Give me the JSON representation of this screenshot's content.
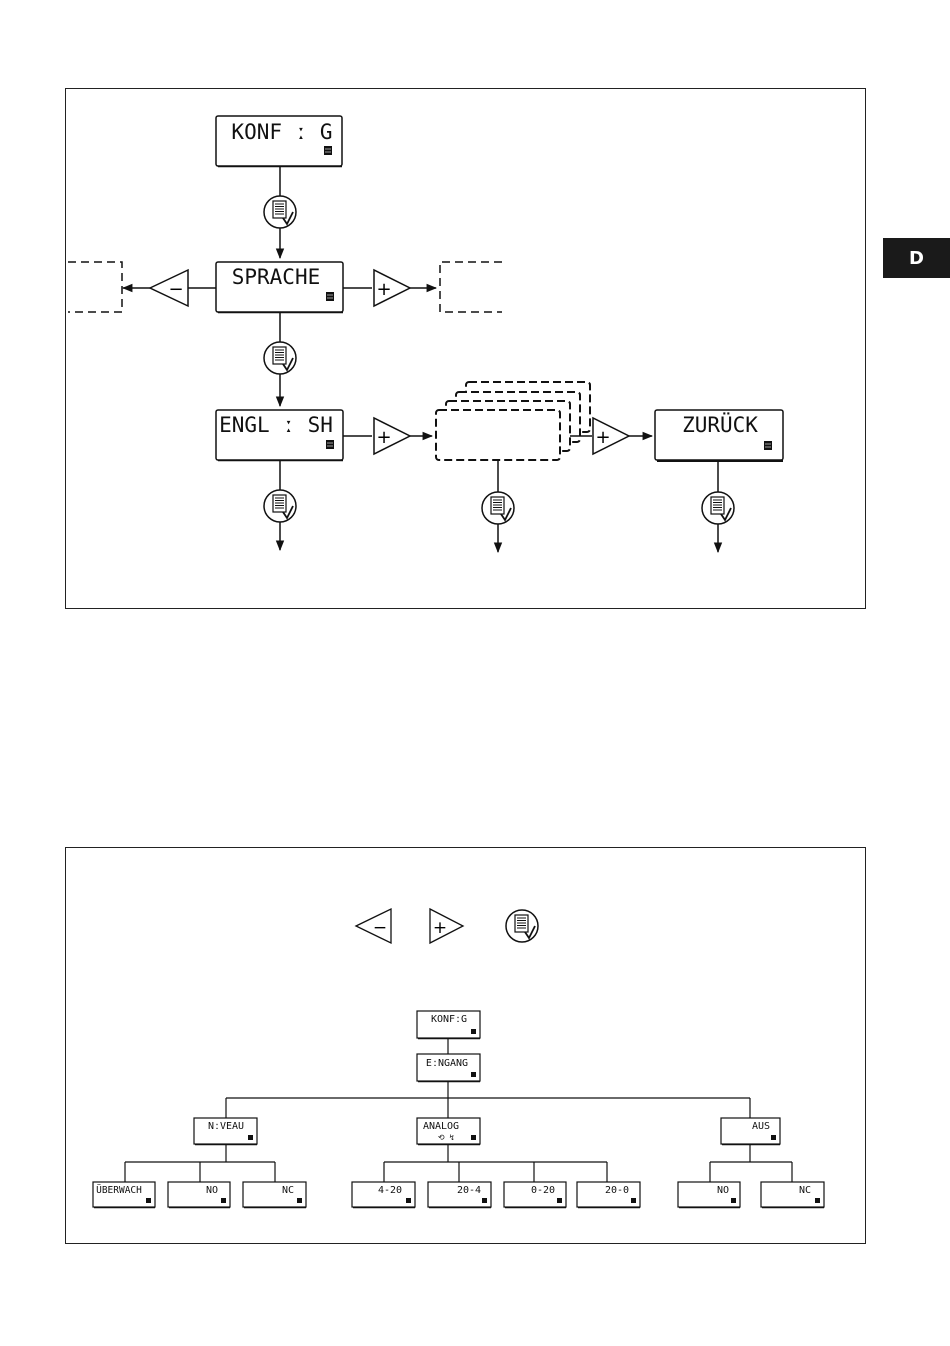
{
  "side_tab": {
    "label": "D"
  },
  "top_diagram": {
    "konfig": "KONF ː G",
    "sprache": "SPRACHE",
    "english": "ENGL ː SH",
    "zurueck": "ZURÜCK",
    "minus_symbol": "−",
    "plus_symbol": "+"
  },
  "bottom_diagram": {
    "legend": {
      "minus_symbol": "−",
      "plus_symbol": "+"
    },
    "konfig": "KONFːG",
    "eingang": "EːNGANG",
    "niveau": "NːVEAU",
    "analog": "ANALOG",
    "analog_sub": "⟲ ↯",
    "aus": "AUS",
    "uberwach": "ÜBERWACH",
    "niveau_no": "NO",
    "niveau_nc": "NC",
    "a_4_20": "4-20",
    "a_20_4": "20-4",
    "a_0_20": "0-20",
    "a_20_0": "20-0",
    "aus_no": "NO",
    "aus_nc": "NC"
  },
  "icons": {
    "menu_confirm": "menu-confirm-icon",
    "lcd_indicator": "lcd-indicator-icon",
    "minus_button": "minus-triangle-icon",
    "plus_button": "plus-triangle-icon"
  }
}
